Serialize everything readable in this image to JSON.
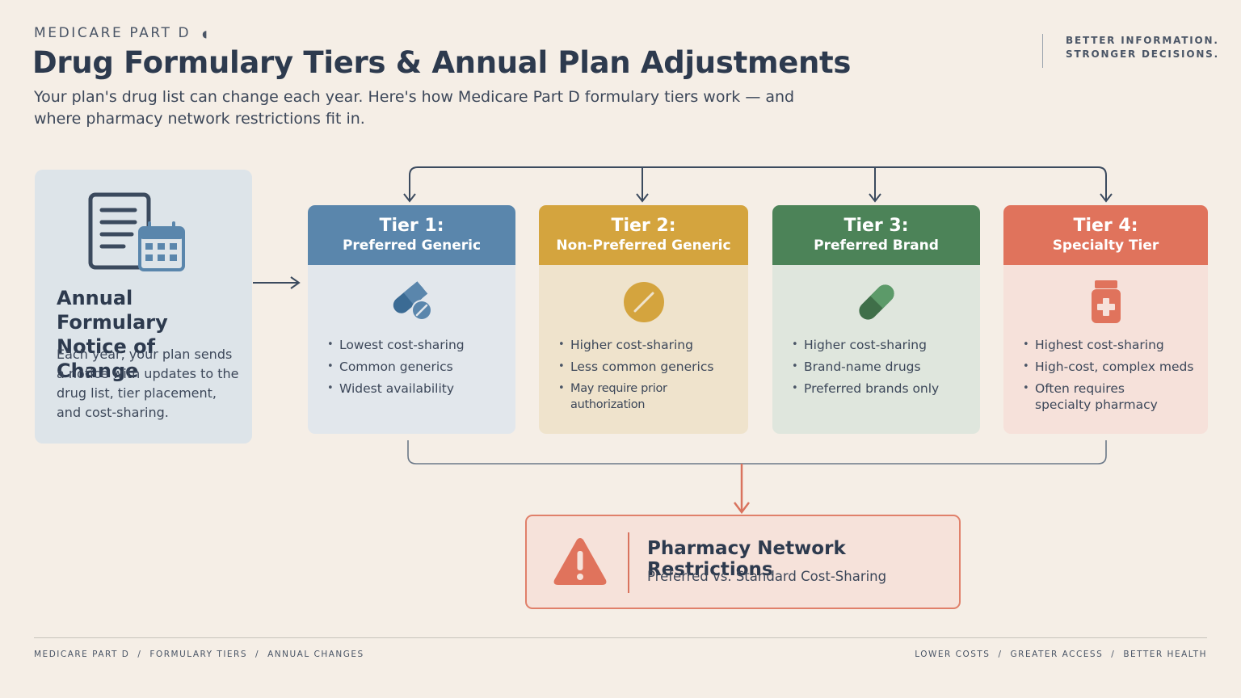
{
  "header": {
    "eyebrow": "MEDICARE PART D",
    "title": "Drug Formulary Tiers & Annual Plan Adjustments",
    "subtitle": "Your plan's drug list can change each year. Here's how Medicare Part D formulary tiers work — and where pharmacy network restrictions fit in.",
    "tagline": [
      "BETTER INFORMATION.",
      "STRONGER DECISIONS."
    ]
  },
  "notice": {
    "icon": "document-calendar-icon",
    "title": "Annual Formulary Notice of Change",
    "body": "Each year, your plan sends a notice with updates to the drug list, tier placement, and cost-sharing."
  },
  "tiers": [
    {
      "name": "Tier 1:",
      "subtitle": "Preferred Generic",
      "icon": "pill-tablet-icon",
      "color": "#5a86ac",
      "bullets": [
        "Lowest cost-sharing",
        "Common generics",
        "Widest availability"
      ]
    },
    {
      "name": "Tier 2:",
      "subtitle": "Non-Preferred Generic",
      "icon": "tablet-icon",
      "color": "#d4a43e",
      "bullets": [
        "Higher cost-sharing",
        "Less common generics",
        "May require prior authorization"
      ]
    },
    {
      "name": "Tier 3:",
      "subtitle": "Preferred Brand",
      "icon": "capsule-icon",
      "color": "#4c8358",
      "bullets": [
        "Higher cost-sharing",
        "Brand-name drugs",
        "Preferred brands only"
      ]
    },
    {
      "name": "Tier 4:",
      "subtitle": "Specialty Tier",
      "icon": "medicine-bottle-icon",
      "color": "#e0735c",
      "bullets": [
        "Highest cost-sharing",
        "High-cost, complex meds",
        "Often requires specialty pharmacy"
      ]
    }
  ],
  "pharmacy": {
    "icon": "warning-icon",
    "title": "Pharmacy Network Restrictions",
    "subtitle": "Preferred vs. Standard Cost-Sharing"
  },
  "footer": {
    "left": [
      "MEDICARE PART D",
      "FORMULARY TIERS",
      "ANNUAL CHANGES"
    ],
    "right": [
      "LOWER COSTS",
      "GREATER ACCESS",
      "BETTER HEALTH"
    ]
  }
}
